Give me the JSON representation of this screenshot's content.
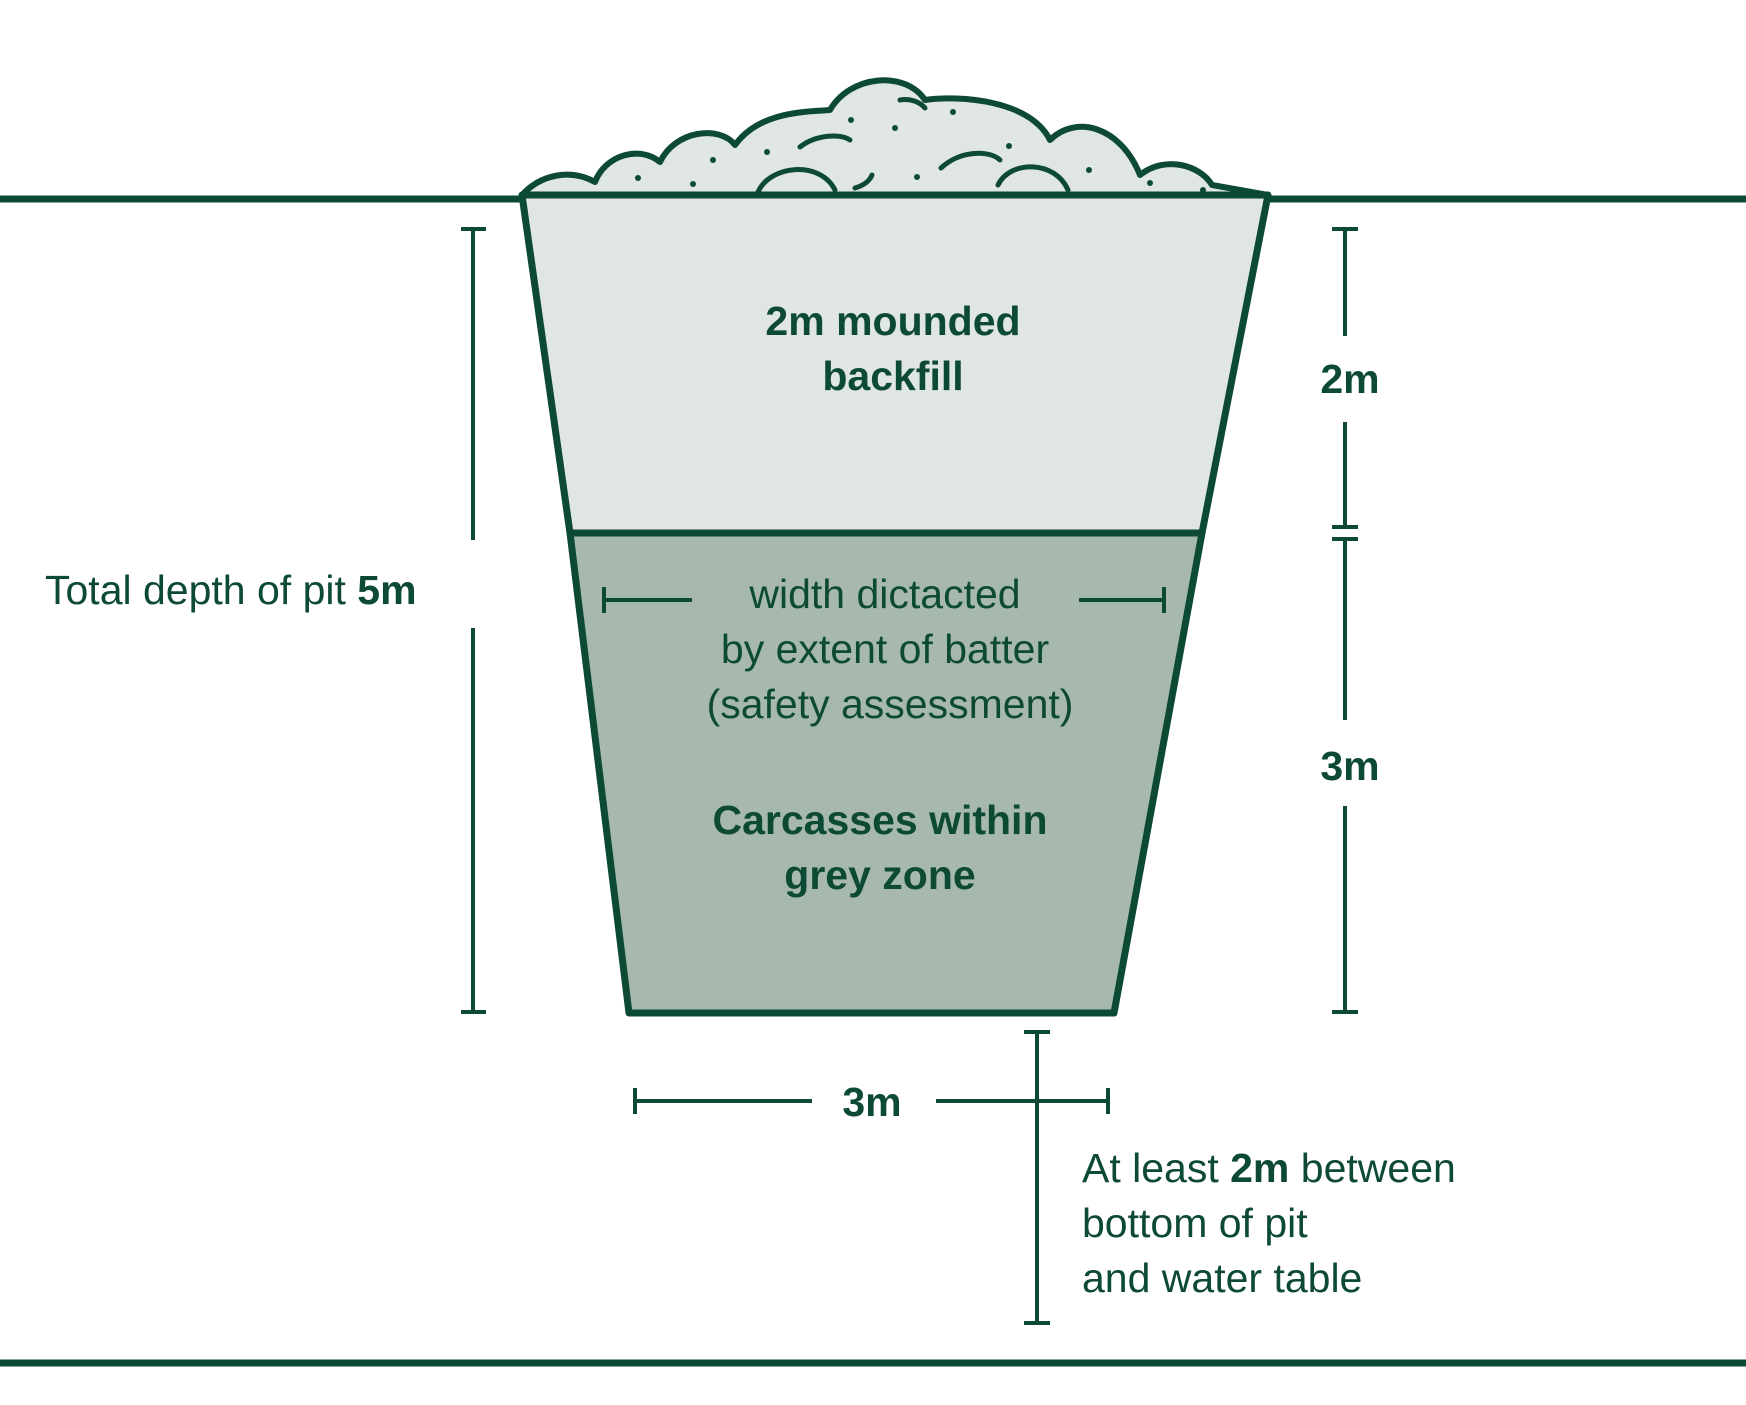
{
  "colors": {
    "ink": "#0d4a33",
    "backfill": "#e0e6e3",
    "carcass_zone": "#a7b8af",
    "background": "#ffffff"
  },
  "labels": {
    "backfill_line1": "2m mounded",
    "backfill_line2": "backfill",
    "width_line1": "width dictacted",
    "width_line2": "by extent of batter",
    "width_line3": "(safety assessment)",
    "carcass_line1": "Carcasses within",
    "carcass_line2": "grey zone",
    "total_depth_prefix": "Total depth of pit ",
    "total_depth_value": "5m",
    "right_top_dim": "2m",
    "right_bottom_dim": "3m",
    "bottom_width_dim": "3m",
    "water_prefix": "At least ",
    "water_value": "2m",
    "water_suffix": " between",
    "water_line2": "bottom of pit",
    "water_line3": "and water table"
  }
}
